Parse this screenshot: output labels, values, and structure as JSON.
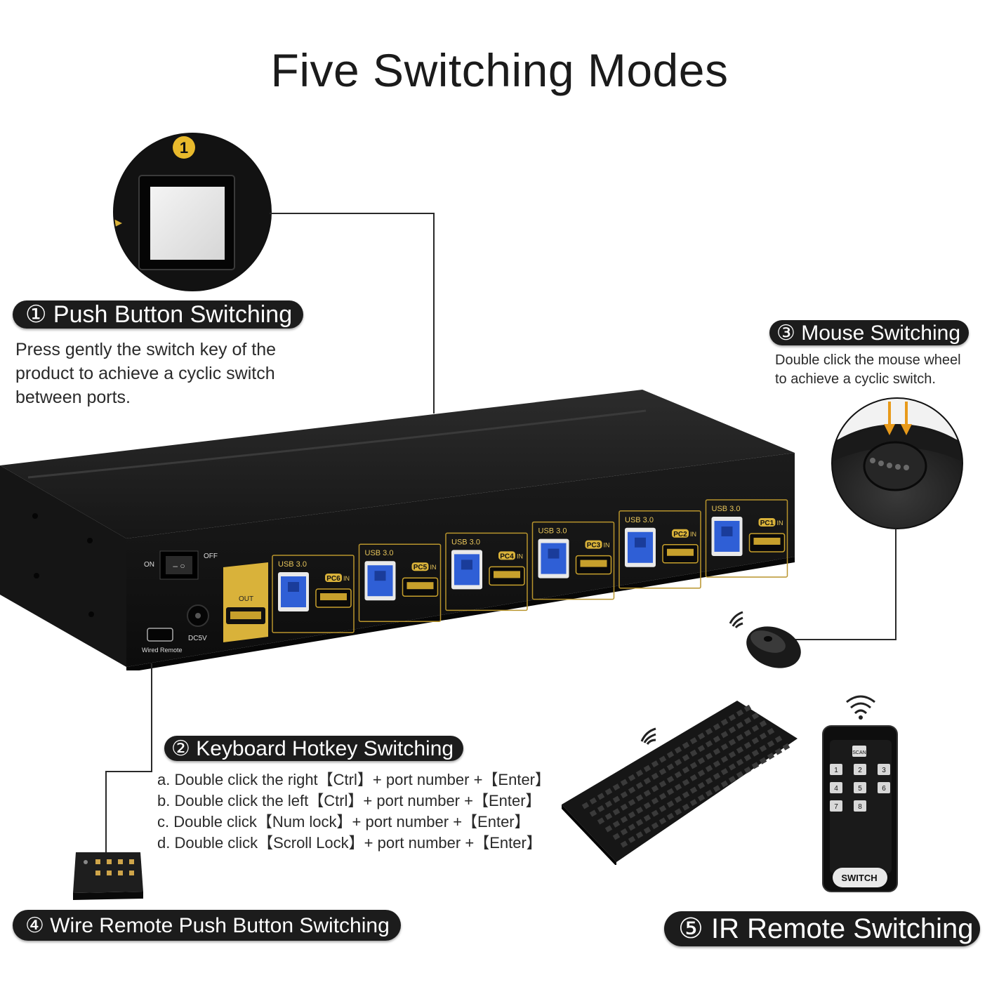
{
  "title": "Five Switching Modes",
  "modes": [
    {
      "heading": "① Push Button Switching",
      "description": [
        "Press gently the switch key of the",
        "product to achieve a cyclic switch",
        "between ports."
      ]
    },
    {
      "heading": "② Keyboard Hotkey Switching",
      "description": [
        "a. Double click the right【Ctrl】+ port number +【Enter】",
        "b. Double click the left【Ctrl】+ port number +【Enter】",
        "c. Double click【Num lock】+ port number +【Enter】",
        "d. Double click【Scroll Lock】+ port number +【Enter】"
      ]
    },
    {
      "heading": "③ Mouse Switching",
      "description": [
        "Double click the mouse wheel",
        "to achieve a cyclic switch."
      ]
    },
    {
      "heading": "④ Wire Remote Push Button Switching",
      "description": []
    },
    {
      "heading": "⑤ IR Remote Switching",
      "description": []
    }
  ],
  "device": {
    "power_on": "ON",
    "power_off": "OFF",
    "power_symbol": "–  ○",
    "out_label": "OUT",
    "dc_label": "DC5V",
    "wired_remote_label": "Wired Remote",
    "usb_label": "USB 3.0",
    "in_label": "IN",
    "ports": [
      "PC6",
      "PC5",
      "PC4",
      "PC3",
      "PC2",
      "PC1"
    ]
  },
  "button_closeup": {
    "badge": "1"
  },
  "remote": {
    "scan_label": "SCAN",
    "keys": [
      "1",
      "2",
      "3",
      "4",
      "5",
      "6",
      "7",
      "8"
    ],
    "switch_label": "SWITCH"
  },
  "colors": {
    "accent_gold": "#d9b23a",
    "usb_blue": "#2f5fd6",
    "pill_bg": "#1c1c1c"
  }
}
